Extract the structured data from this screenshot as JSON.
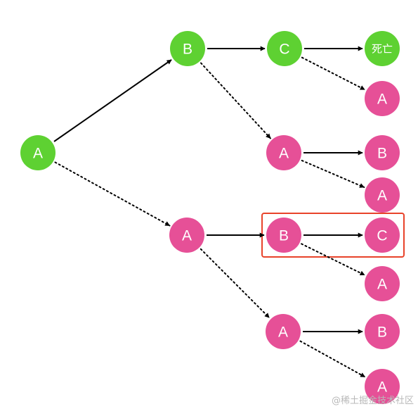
{
  "colors": {
    "green": "#5ed132",
    "pink": "#e65097",
    "edge": "#000000",
    "highlight": "#e8432a"
  },
  "nodes": [
    {
      "id": "n-a-root",
      "label": "A",
      "color": "green"
    },
    {
      "id": "n-b1",
      "label": "B",
      "color": "green"
    },
    {
      "id": "n-c1",
      "label": "C",
      "color": "green"
    },
    {
      "id": "n-death",
      "label": "死亡",
      "color": "green"
    },
    {
      "id": "n-a-c1",
      "label": "A",
      "color": "pink"
    },
    {
      "id": "n-a-b1",
      "label": "A",
      "color": "pink"
    },
    {
      "id": "n-b-ab1",
      "label": "B",
      "color": "pink"
    },
    {
      "id": "n-a-ab1",
      "label": "A",
      "color": "pink"
    },
    {
      "id": "n-a2",
      "label": "A",
      "color": "pink"
    },
    {
      "id": "n-b-a2",
      "label": "B",
      "color": "pink"
    },
    {
      "id": "n-c-ba2",
      "label": "C",
      "color": "pink"
    },
    {
      "id": "n-a-ba2",
      "label": "A",
      "color": "pink"
    },
    {
      "id": "n-a-a2",
      "label": "A",
      "color": "pink"
    },
    {
      "id": "n-b-aa2",
      "label": "B",
      "color": "pink"
    },
    {
      "id": "n-a-aa2",
      "label": "A",
      "color": "pink"
    }
  ],
  "edges": [
    {
      "from": "n-a-root",
      "to": "n-b1",
      "style": "solid"
    },
    {
      "from": "n-a-root",
      "to": "n-a2",
      "style": "dotted"
    },
    {
      "from": "n-b1",
      "to": "n-c1",
      "style": "solid"
    },
    {
      "from": "n-b1",
      "to": "n-a-b1",
      "style": "dotted"
    },
    {
      "from": "n-c1",
      "to": "n-death",
      "style": "solid"
    },
    {
      "from": "n-c1",
      "to": "n-a-c1",
      "style": "dotted"
    },
    {
      "from": "n-a-b1",
      "to": "n-b-ab1",
      "style": "solid"
    },
    {
      "from": "n-a-b1",
      "to": "n-a-ab1",
      "style": "dotted"
    },
    {
      "from": "n-a2",
      "to": "n-b-a2",
      "style": "solid"
    },
    {
      "from": "n-a2",
      "to": "n-a-a2",
      "style": "dotted"
    },
    {
      "from": "n-b-a2",
      "to": "n-c-ba2",
      "style": "solid"
    },
    {
      "from": "n-b-a2",
      "to": "n-a-ba2",
      "style": "dotted"
    },
    {
      "from": "n-a-a2",
      "to": "n-b-aa2",
      "style": "solid"
    },
    {
      "from": "n-a-a2",
      "to": "n-a-aa2",
      "style": "dotted"
    }
  ],
  "highlight": {
    "nodes": [
      "n-b-a2",
      "n-c-ba2"
    ]
  },
  "watermark": "@稀土掘金技术社区"
}
